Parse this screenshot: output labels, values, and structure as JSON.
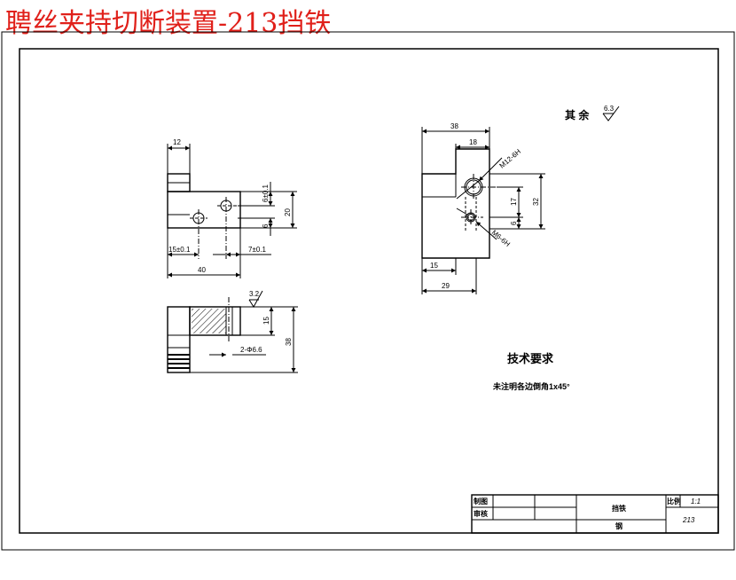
{
  "banner": {
    "title": "聘丝夹持切断装置-213挡铁",
    "color": "#e0201a"
  },
  "front_view": {
    "dims": {
      "top_width": "12",
      "overall_width": "40",
      "hole_left": "15±0.1",
      "hole_right": "7±0.1",
      "height_upper": "6±0.1",
      "height_total": "20",
      "height_lower": "6"
    }
  },
  "top_view": {
    "surface": "3.2",
    "height": "38",
    "lower_dim": "15",
    "hole_note": "2-Φ6.6"
  },
  "side_view": {
    "width_total": "38",
    "width_slot": "18",
    "thread_big": "M12-6H",
    "thread_small": "M6-6H",
    "height_17": "17",
    "height_6": "6",
    "height_32": "32",
    "horiz_15": "15",
    "horiz_29": "29"
  },
  "roughness": {
    "label": "其 余",
    "value": "6.3"
  },
  "tech_req": {
    "heading": "技术要求",
    "note": "未注明各边倒角1x45°"
  },
  "title_block": {
    "drawn": "制图",
    "checked": "审核",
    "part_name": "挡铁",
    "material": "钢",
    "scale_label": "比例",
    "scale_value": "1:1",
    "drawing_no": "213"
  }
}
